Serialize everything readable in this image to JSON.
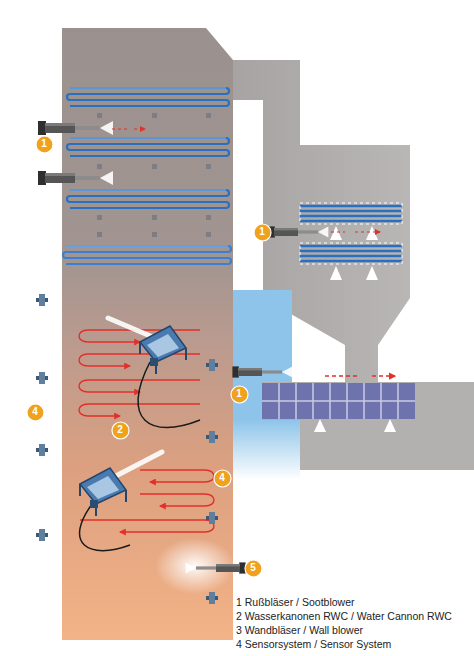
{
  "diagram": {
    "nodes": [
      {
        "text": [
          "1"
        ]
      },
      {
        "text": [
          "1"
        ]
      },
      {
        "text": [
          "1"
        ]
      },
      {
        "text": [
          "4"
        ]
      },
      {
        "text": [
          "2"
        ]
      },
      {
        "text": [
          "4"
        ]
      },
      {
        "text": [
          "5"
        ]
      }
    ],
    "labels": [
      "1 Rußbläser / Sootblower",
      "2 Wasserkanonen RWC / Water Cannon RWC",
      "3 Wandbläser / Wall blower",
      "4 Sensorsystem / Sensor System"
    ]
  }
}
